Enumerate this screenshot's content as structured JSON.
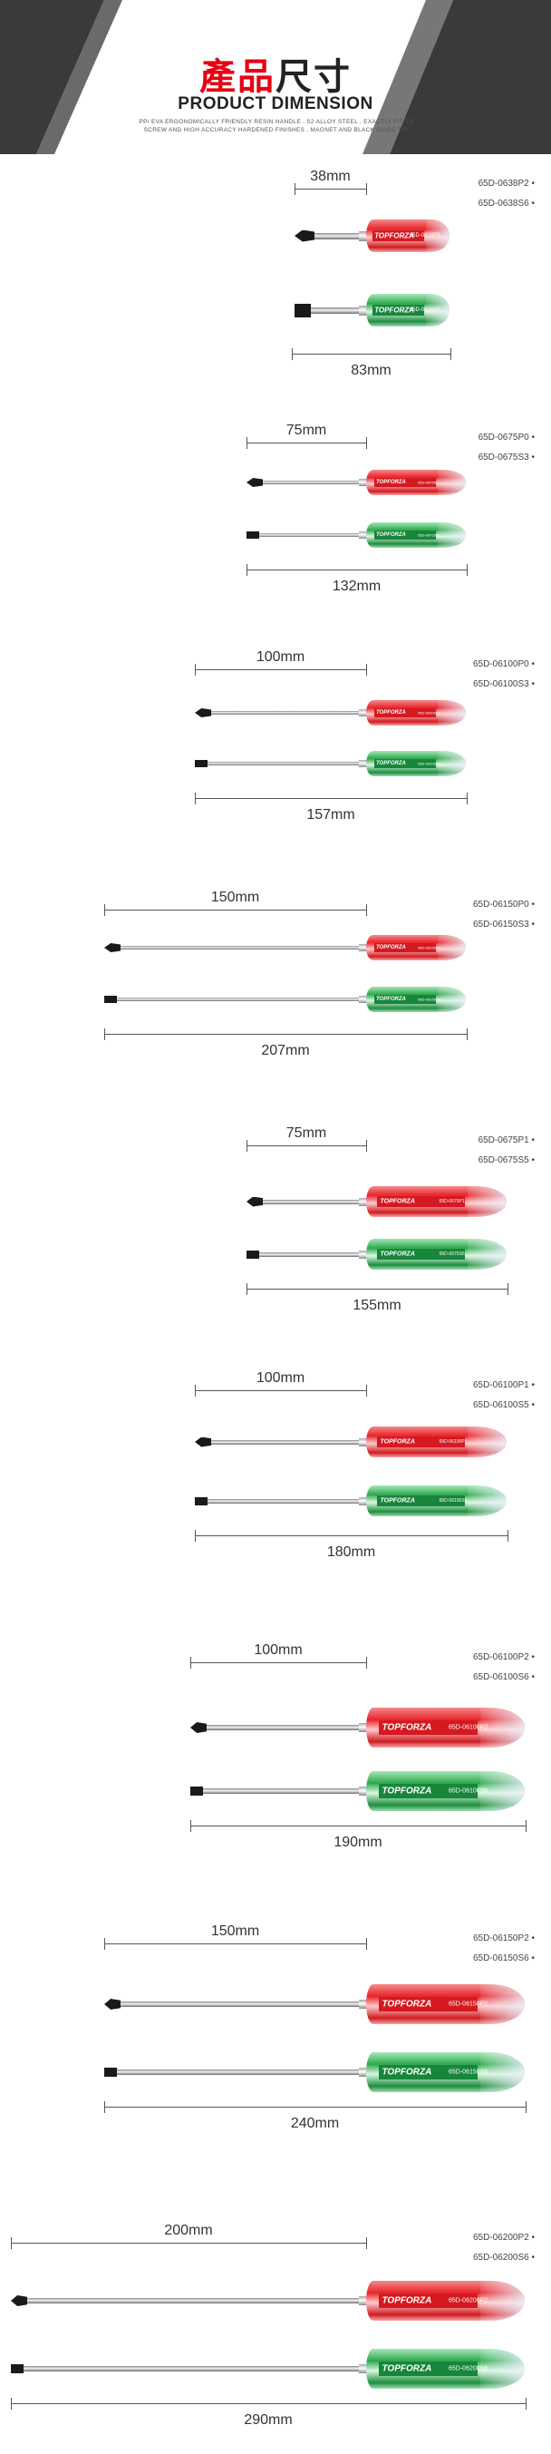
{
  "header": {
    "title_red": "產品",
    "title_dark": "尺寸",
    "title_en": "PRODUCT DIMENSION",
    "subtitle": "PP/ EVA ERGONOMICALLY FRIENDLY RESIN HANDLE . S2 ALLOY STEEL , EXACTLY FIT TO SCREW AND HIGH ACCURACY HARDENED FINISHES , MAGNET AND BLACK OXIDE TIP."
  },
  "brand": {
    "name": "TOPFORZA",
    "accent_red": "#e60012",
    "accent_green": "#1e8e3e"
  },
  "groups": [
    {
      "tip_length": "38mm",
      "total_length": "83mm",
      "models": [
        "65D-0638P2",
        "65D-0638S6"
      ],
      "codes": [
        "65D-0638P2",
        "65D-0638S6"
      ]
    },
    {
      "tip_length": "75mm",
      "total_length": "132mm",
      "models": [
        "65D-0675P0",
        "65D-0675S3"
      ],
      "codes": [
        "65D-0675P0",
        "65D-0675S3"
      ]
    },
    {
      "tip_length": "100mm",
      "total_length": "157mm",
      "models": [
        "65D-06100P0",
        "65D-06100S3"
      ],
      "codes": [
        "65D-06100P0",
        "65D-06100S3"
      ]
    },
    {
      "tip_length": "150mm",
      "total_length": "207mm",
      "models": [
        "65D-06150P0",
        "65D-06150S3"
      ],
      "codes": [
        "65D-06150P0",
        "65D-06150S3"
      ]
    },
    {
      "tip_length": "75mm",
      "total_length": "155mm",
      "models": [
        "65D-0675P1",
        "65D-0675S5"
      ],
      "codes": [
        "65D-0675P1",
        "65D-0675S5"
      ]
    },
    {
      "tip_length": "100mm",
      "total_length": "180mm",
      "models": [
        "65D-06100P1",
        "65D-06100S5"
      ],
      "codes": [
        "65D-06100P1",
        "65D-06100S5"
      ]
    },
    {
      "tip_length": "100mm",
      "total_length": "190mm",
      "models": [
        "65D-06100P2",
        "65D-06100S6"
      ],
      "codes": [
        "65D-06100P2",
        "65D-06100S6"
      ]
    },
    {
      "tip_length": "150mm",
      "total_length": "240mm",
      "models": [
        "65D-06150P2",
        "65D-06150S6"
      ],
      "codes": [
        "65D-06150P2",
        "65D-06150S6"
      ]
    },
    {
      "tip_length": "200mm",
      "total_length": "290mm",
      "models": [
        "65D-06200P2",
        "65D-06200S6"
      ],
      "codes": [
        "65D-06200P2",
        "65D-06200S6"
      ]
    }
  ]
}
